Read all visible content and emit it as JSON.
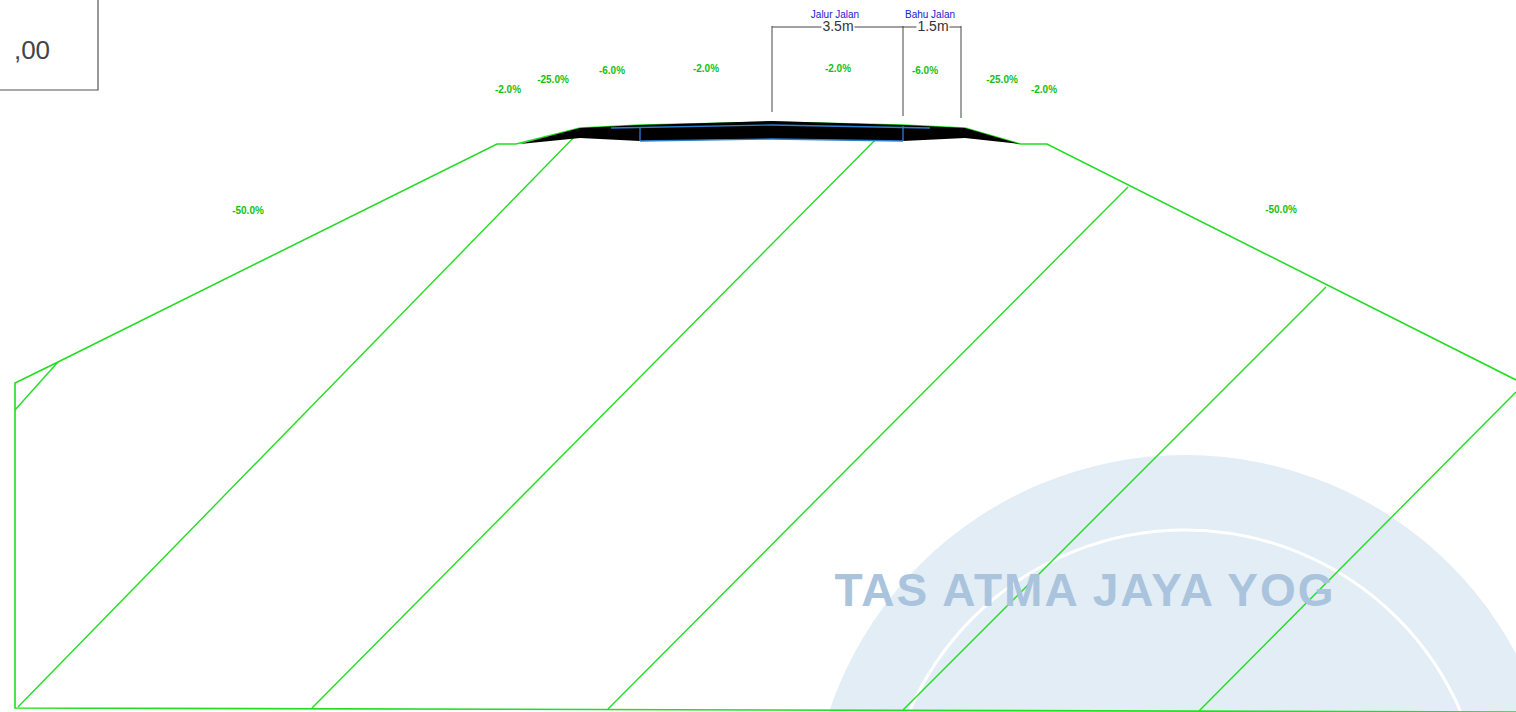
{
  "diagram": {
    "labels": [
      ",00",
      "Jalur Jalan",
      "3.5m",
      "Bahu Jalan",
      "1.5m",
      "-2.0%",
      "-25.0%",
      "-6.0%",
      "-2.0%",
      "-2.0%",
      "-6.0%",
      "-25.0%",
      "-2.0%",
      "-50.0%",
      "-50.0%",
      "TAS ATMA JAYA YOG"
    ]
  }
}
